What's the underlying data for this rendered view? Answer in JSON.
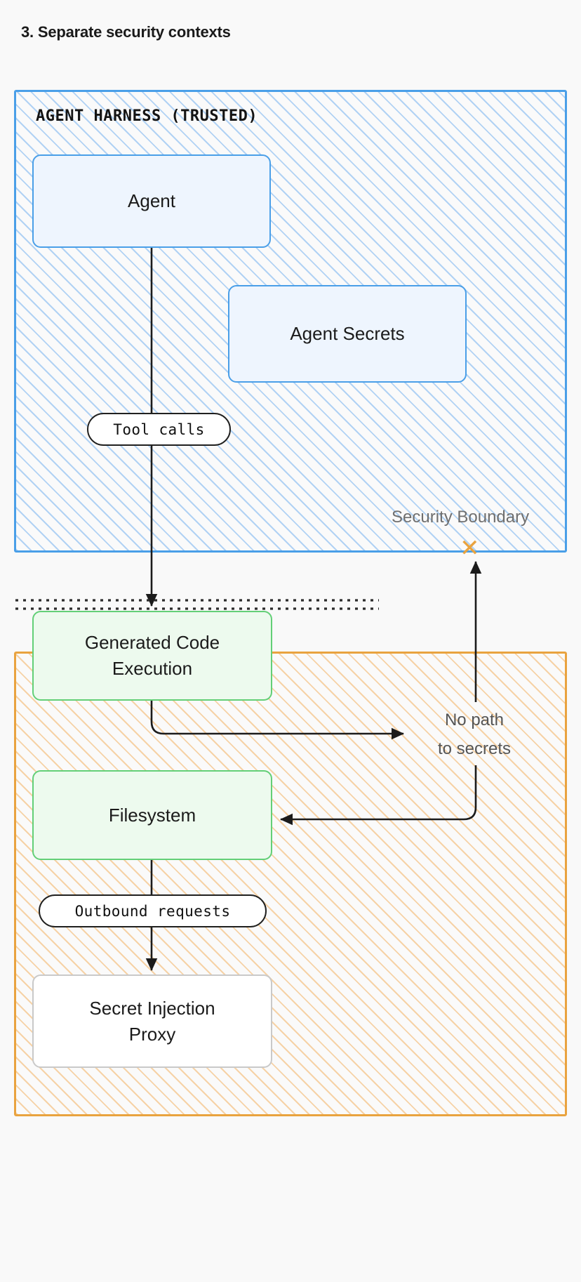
{
  "title": "3. Separate security contexts",
  "zones": {
    "trusted": {
      "label": "AGENT HARNESS (TRUSTED)",
      "border_color": "#4a9fe8",
      "hatch_color": "#a4cbf3"
    },
    "sandbox": {
      "label": "",
      "border_color": "#e9a33f",
      "hatch_color": "#f6ce9d"
    }
  },
  "nodes": {
    "agent": {
      "label": "Agent",
      "fill": "#eef5fe",
      "border": "#4a9fe8"
    },
    "agent_secrets": {
      "label": "Agent Secrets",
      "fill": "#eef5fe",
      "border": "#4a9fe8"
    },
    "code_execution": {
      "label": "Generated Code\nExecution",
      "fill": "#edfaee",
      "border": "#63cf77"
    },
    "filesystem": {
      "label": "Filesystem",
      "fill": "#edfaee",
      "border": "#63cf77"
    },
    "secret_proxy": {
      "label": "Secret Injection\nProxy",
      "fill": "#ffffff",
      "border": "#c9c9c9"
    }
  },
  "edge_labels": {
    "tool_calls": "Tool calls",
    "outbound_requests": "Outbound requests"
  },
  "annotations": {
    "security_boundary": "Security Boundary",
    "no_path": "No path\nto secrets",
    "blocked_mark": "✕",
    "blocked_color": "#e9a33f"
  }
}
